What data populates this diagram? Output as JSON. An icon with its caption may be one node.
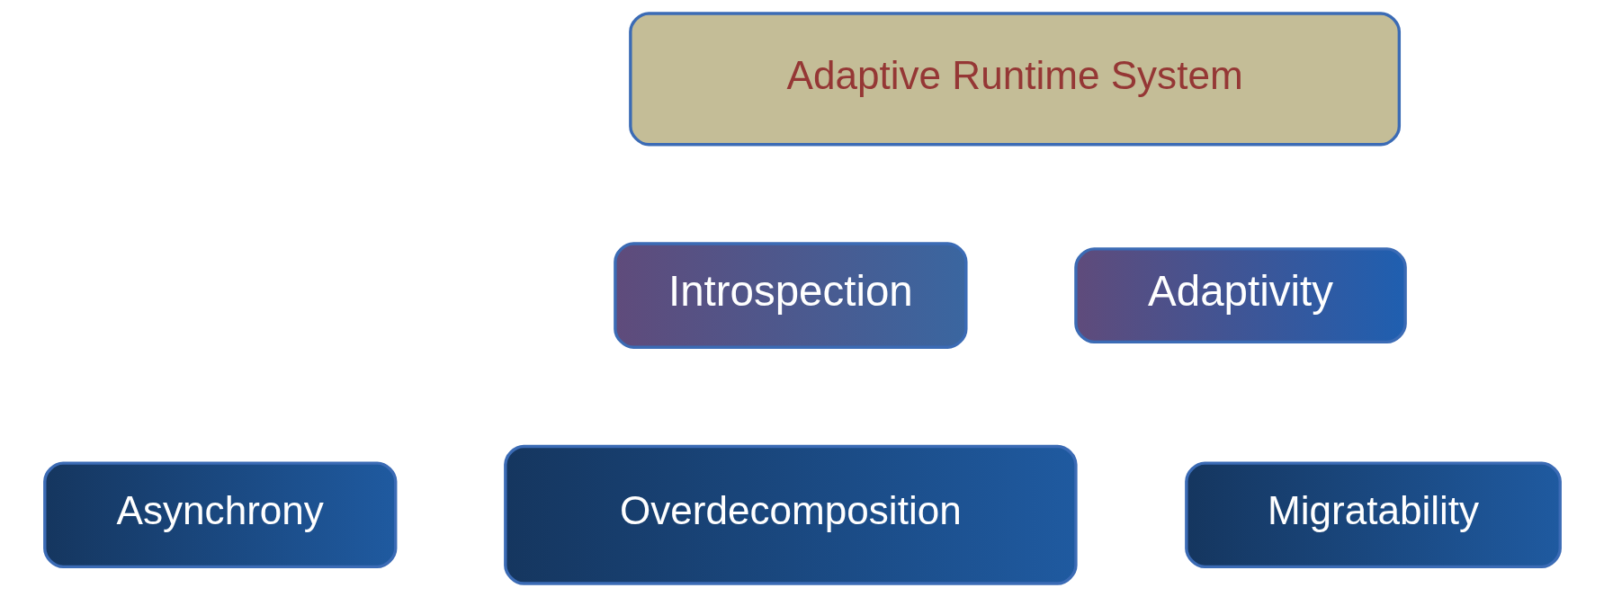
{
  "diagram": {
    "nodes": [
      {
        "text": [
          "Adaptive Runtime System"
        ]
      },
      {
        "text": [
          "Introspection"
        ]
      },
      {
        "text": [
          "Adaptivity"
        ]
      },
      {
        "text": [
          "Asynchrony"
        ]
      },
      {
        "text": [
          "Overdecomposition"
        ]
      },
      {
        "text": [
          "Migratability"
        ]
      }
    ]
  }
}
